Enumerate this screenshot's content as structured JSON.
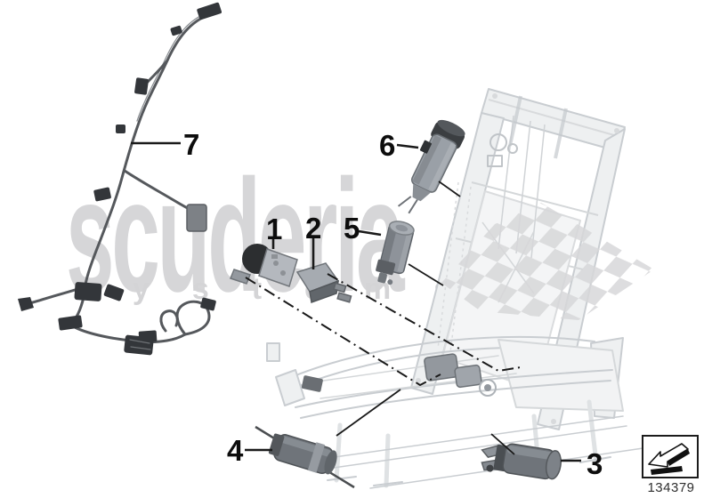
{
  "diagram": {
    "title_hint": "seat electric parts exploded diagram",
    "watermark": {
      "line1": "scuderia",
      "line2": "systems",
      "color": "#d6d6d8"
    },
    "callouts": [
      {
        "label": "1"
      },
      {
        "label": "2"
      },
      {
        "label": "3"
      },
      {
        "label": "4"
      },
      {
        "label": "5"
      },
      {
        "label": "6"
      },
      {
        "label": "7"
      }
    ]
  },
  "footer": {
    "image_number": "134379",
    "icon": "direction-arrow-icon"
  },
  "colors": {
    "callout_text": "#0d0d0d",
    "leader_line": "#1a1a1a",
    "watermark_gray": "#d6d6d8",
    "frame_gray": "#c9cdd1",
    "checker_gray": "#d7d7d9",
    "part_dark": "#3a3d40",
    "part_mid": "#84898f"
  }
}
